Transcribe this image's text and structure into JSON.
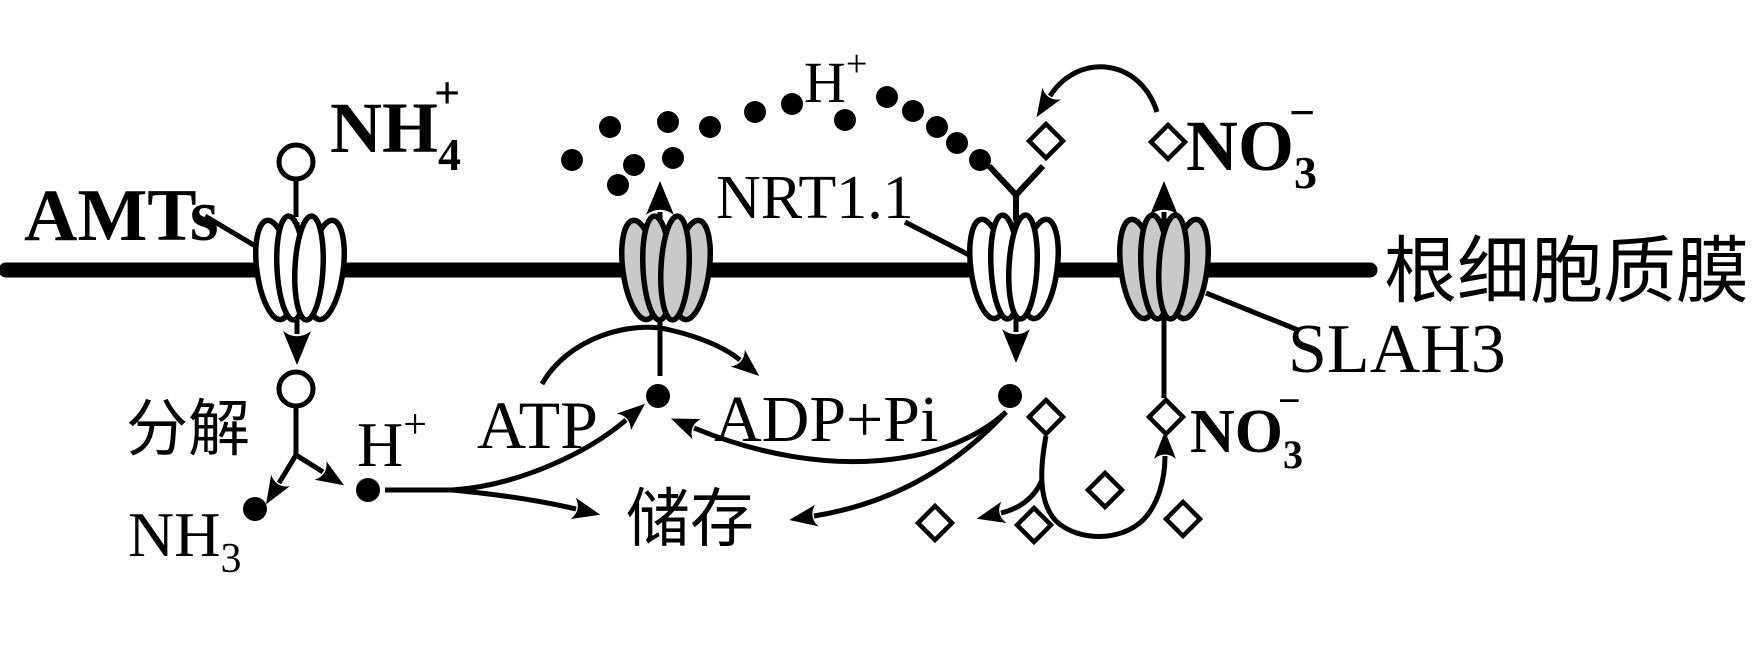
{
  "colors": {
    "ink": "#000000",
    "background": "#ffffff",
    "active_transporter_fill": "#c9c9c9",
    "passive_transporter_fill": "#ffffff"
  },
  "membrane": {
    "label": "根细胞质膜"
  },
  "transporters": {
    "amts": {
      "label": "AMTs"
    },
    "nrt11": {
      "label": "NRT1.1"
    },
    "slah3": {
      "label": "SLAH3"
    }
  },
  "ions": {
    "nh4": {
      "base": "NH",
      "sub": "4",
      "sup": "+"
    },
    "h_outside": {
      "base": "H",
      "sup": "+"
    },
    "no3_outside": {
      "base": "NO",
      "sub": "3",
      "sup": "−"
    },
    "h_inside": {
      "base": "H",
      "sup": "+"
    },
    "nh3": {
      "base": "NH",
      "sub": "3"
    },
    "no3_inside": {
      "base": "NO",
      "sub": "3",
      "sup": "−"
    }
  },
  "annotations": {
    "decompose": "分解",
    "storage": "储存",
    "atp": "ATP",
    "adp_pi": "ADP+Pi"
  },
  "symbols": {
    "h_ion": "filled-dot",
    "nh4_ion": "open-circle",
    "no3_ion": "open-diamond",
    "transporter": "protein-channel"
  }
}
